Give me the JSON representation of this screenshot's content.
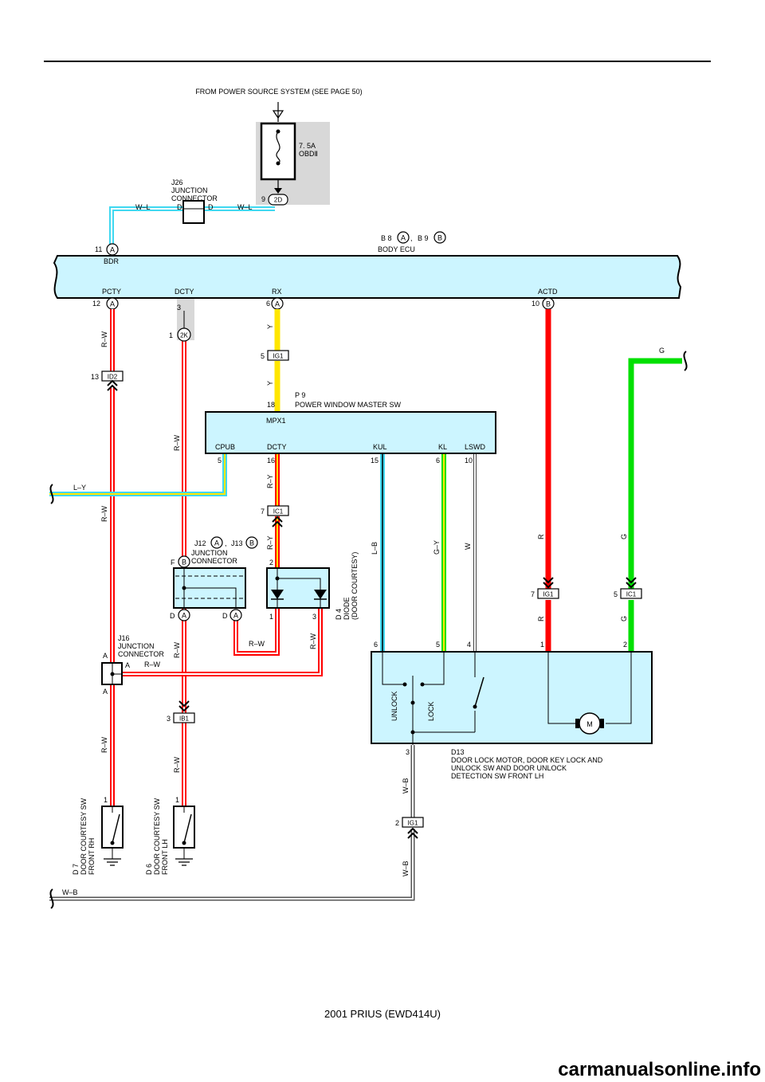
{
  "header": {
    "source": "FROM POWER SOURCE SYSTEM (SEE PAGE 50)",
    "footer": "2001 PRIUS (EWD414U)",
    "watermark": "carmanualsonline.info"
  },
  "fuse": {
    "rating": "7. 5A",
    "name": "OBDⅡ",
    "pin": "9",
    "conn": "2D"
  },
  "j26": {
    "id": "J26",
    "l1": "JUNCTION",
    "l2": "CONNECTOR",
    "pinL": "D",
    "pinR": "D"
  },
  "ecu": {
    "title1_id": "B 8",
    "title1_letter": "A",
    "sep": ",",
    "title2_id": "B 9",
    "title2_letter": "B",
    "name": "BODY ECU",
    "bdr": "BDR",
    "bdr_pin": "11",
    "bdr_letter": "A",
    "pcty": "PCTY",
    "dcty": "DCTY",
    "rx": "RX",
    "actd": "ACTD",
    "pcty_pin": "12",
    "pcty_letter": "A",
    "dcty_pin": "3",
    "rx_pin": "6",
    "rx_letter": "A",
    "actd_pin": "10",
    "actd_letter": "B"
  },
  "conns": {
    "c2k_pin": "1",
    "c2k": "2K",
    "ig1a_pin": "5",
    "ig1a": "IG1",
    "id2_pin": "13",
    "id2": "ID2",
    "ic1a_pin": "7",
    "ic1a": "IC1",
    "ib1_pin": "3",
    "ib1": "IB1",
    "ig1b_pin": "7",
    "ig1b": "IG1",
    "ic1b_pin": "5",
    "ic1b": "IC1",
    "ig1c_pin": "2",
    "ig1c": "IG1"
  },
  "wires": {
    "wl": "W–L",
    "rw": "R–W",
    "y": "Y",
    "ly": "L–Y",
    "ry": "R–Y",
    "lb": "L–B",
    "gy": "G–Y",
    "w": "W",
    "r": "R",
    "g": "G",
    "wb": "W–B"
  },
  "p9": {
    "id": "P 9",
    "name": "POWER WINDOW MASTER SW",
    "pin_top": "18",
    "mpx": "MPX1",
    "cpub": "CPUB",
    "dcty": "DCTY",
    "kul": "KUL",
    "kl": "KL",
    "lswd": "LSWD",
    "pin_cpub": "5",
    "pin_dcty": "16",
    "pin_kul": "15",
    "pin_kl": "6",
    "pin_lswd": "10"
  },
  "j12": {
    "t1": "J12",
    "l1": "A",
    "sep": ",",
    "t2": "J13",
    "l2": "B",
    "n1": "JUNCTION",
    "n2": "CONNECTOR",
    "pinF": "F",
    "letF": "B",
    "pinD1": "D",
    "letD1": "A",
    "pinD2": "D",
    "letD2": "A"
  },
  "d4": {
    "id": "D 4",
    "n1": "DIODE",
    "n2": "(DOOR COURTESY)",
    "p2": "2",
    "p1": "1",
    "p3": "3"
  },
  "j16": {
    "id": "J16",
    "n1": "JUNCTION",
    "n2": "CONNECTOR",
    "a1": "A",
    "a2": "A",
    "a3": "A"
  },
  "d13": {
    "id": "D13",
    "n1": "DOOR LOCK MOTOR,  DOOR KEY LOCK AND",
    "n2": "UNLOCK SW AND DOOR UNLOCK",
    "n3": "DETECTION SW FRONT LH",
    "p6": "6",
    "p5": "5",
    "p4": "4",
    "p1": "1",
    "p2": "2",
    "p3": "3",
    "unlock": "UNLOCK",
    "lock": "LOCK",
    "motor": "M"
  },
  "d7": {
    "id": "D 7",
    "n1": "DOOR COURTESY SW",
    "n2": "FRONT RH",
    "pin": "1"
  },
  "d6": {
    "id": "D 6",
    "n1": "DOOR COURTESY SW",
    "n2": "FRONT LH",
    "pin": "1"
  },
  "colors": {
    "red": "#ff0000",
    "yellow": "#ffe600",
    "green": "#00e000",
    "cyan": "#40d8f0",
    "ecu_fill": "#ccf5ff",
    "shade": "#d8d8d8"
  }
}
